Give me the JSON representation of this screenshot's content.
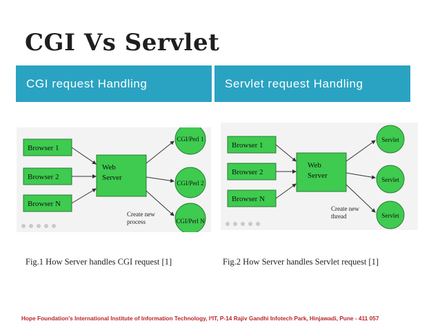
{
  "slide": {
    "title": "CGI Vs Servlet",
    "left_header": "CGI request Handling",
    "right_header": "Servlet request Handling",
    "left_caption": "Fig.1 How Server handles CGI request [1]",
    "right_caption": "Fig.2 How Server handles Servlet request [1]",
    "footer": "Hope Foundation's International Institute of Information Technology, I²IT, P-14 Rajiv Gandhi Infotech Park, Hinjawadi, Pune - 411 057"
  },
  "diagram_cgi": {
    "browsers": [
      "Browser 1",
      "Browser 2",
      "Browser N"
    ],
    "server": [
      "Web",
      "Server"
    ],
    "handlers": [
      "CGI/Perl 1",
      "CGI/Perl 2",
      "CGI/Perl N"
    ],
    "note": [
      "Create new",
      "process"
    ]
  },
  "diagram_servlet": {
    "browsers": [
      "Browser 1",
      "Browser 2",
      "Browser N"
    ],
    "server": [
      "Web",
      "Server"
    ],
    "handlers": [
      "Servlet",
      "Servlet",
      "Servlet"
    ],
    "note": [
      "Create new",
      "thread"
    ]
  },
  "colors": {
    "header_bg": "#2aa3c2",
    "box_fill": "#3ecb4f",
    "footer_text": "#b8262a"
  }
}
